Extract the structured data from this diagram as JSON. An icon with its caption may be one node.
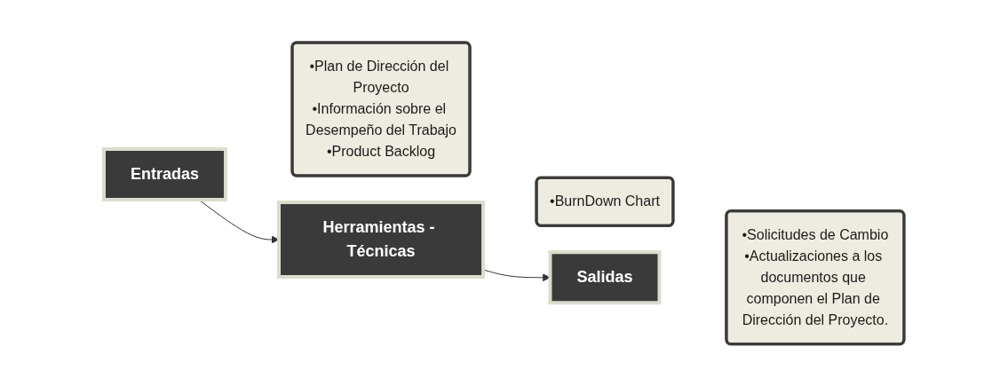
{
  "diagram": {
    "nodes": [
      {
        "text": [
          "Entradas"
        ]
      },
      {
        "text": [
          "•Plan de Dirección del Proyecto",
          "•Información sobre el Desempeño del Trabajo",
          "•Product Backlog"
        ]
      },
      {
        "text": [
          "Herramientas - Técnicas"
        ]
      },
      {
        "text": [
          "•BurnDown Chart"
        ]
      },
      {
        "text": [
          "Salidas"
        ]
      },
      {
        "text": [
          "•Solicitudes de Cambio",
          "•Actualizaciones a los documentos que componen el Plan de Dirección del Proyecto."
        ]
      }
    ],
    "edges": [
      {
        "from": 0,
        "to": 2,
        "arrow": "to"
      },
      {
        "from": 2,
        "to": 4,
        "arrow": "to"
      }
    ]
  }
}
